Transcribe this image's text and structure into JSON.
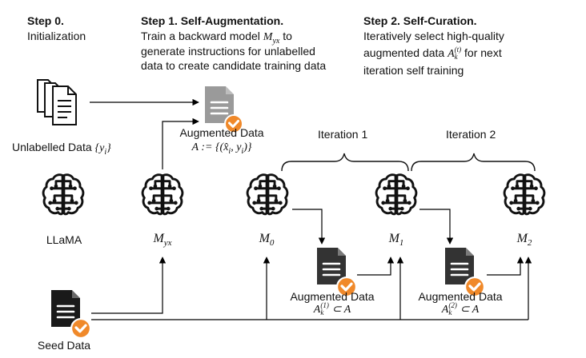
{
  "step0": {
    "title": "Step 0.",
    "subtitle": "Initialization"
  },
  "step1": {
    "title": "Step 1. Self-Augmentation.",
    "line1_pre": "Train a backward model",
    "line1_math": "M",
    "line1_sub": "yx",
    "line1_post": "to",
    "line2": "generate instructions for unlabelled",
    "line3": "data to create candidate training data"
  },
  "step2": {
    "title": "Step 2. Self-Curation.",
    "line1": "Iteratively select high-quality",
    "line2_pre": "augmented data",
    "line2_math": "A",
    "line2_sup": "(t)",
    "line2_sub": "k",
    "line2_post": "for next",
    "line3": "iteration self training"
  },
  "labels": {
    "unlabelled_text": "Unlabelled Data",
    "unlabelled_math": "{y",
    "unlabelled_math_sub": "i",
    "unlabelled_math_end": "}",
    "augmented_title": "Augmented Data",
    "augmented_formula": "A := {(x̂",
    "augmented_formula_sub1": "i",
    "augmented_formula_mid": ", y",
    "augmented_formula_sub2": "i",
    "augmented_formula_end": ")}",
    "llama": "LLaMA",
    "myx_math": "M",
    "myx_sub": "yx",
    "m0_math": "M",
    "m0_sub": "0",
    "m1_math": "M",
    "m1_sub": "1",
    "m2_math": "M",
    "m2_sub": "2",
    "aug1_title": "Augmented Data",
    "aug1_math": "A",
    "aug1_sup": "(1)",
    "aug1_sub": "k",
    "aug1_rest": "⊂ A",
    "aug2_title": "Augmented Data",
    "aug2_math": "A",
    "aug2_sup": "(2)",
    "aug2_sub": "k",
    "aug2_rest": "⊂ A",
    "seed": "Seed Data",
    "iteration1": "Iteration 1",
    "iteration2": "Iteration 2"
  },
  "colors": {
    "orange": "#f0892a",
    "doc_dark": "#333333",
    "doc_gray": "#9a9a9a",
    "line": "#000000"
  }
}
